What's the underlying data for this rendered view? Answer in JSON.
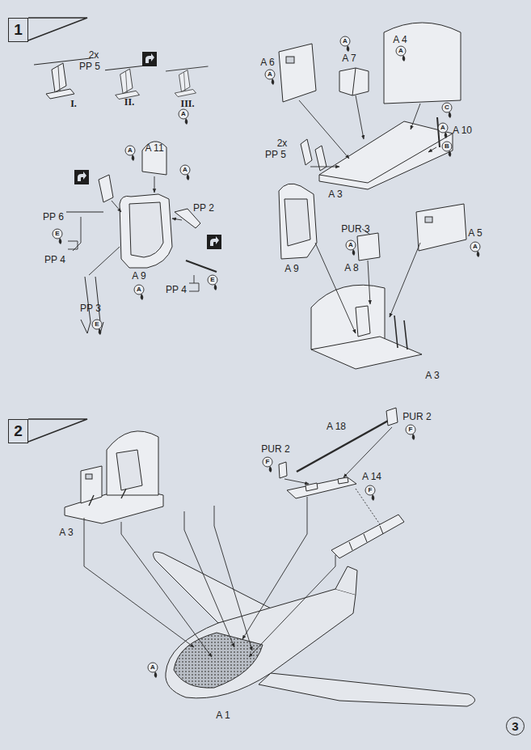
{
  "diagram": {
    "nodes": [
      {
        "text": [
          "1"
        ]
      },
      {
        "text": [
          "2"
        ]
      },
      {
        "text": [
          "3"
        ]
      }
    ],
    "labels": [
      "2x",
      "PP 5",
      "I.",
      "II.",
      "III.",
      "A",
      "A 11",
      "A",
      "A",
      "PP 6",
      "E",
      "PP 4",
      "PP 2",
      "A 9",
      "A",
      "PP 4",
      "E",
      "PP 3",
      "E",
      "A",
      "A 4",
      "A",
      "A 6",
      "A",
      "A 7",
      "C",
      "A",
      "A 10",
      "B",
      "2x",
      "PP 5",
      "A 3",
      "A 9",
      "PUR 3",
      "A",
      "A 8",
      "A 5",
      "A",
      "A 3",
      "A 18",
      "PUR 2",
      "F",
      "PUR 2",
      "F",
      "A 14",
      "F",
      "A 3",
      "A",
      "A 1"
    ]
  }
}
